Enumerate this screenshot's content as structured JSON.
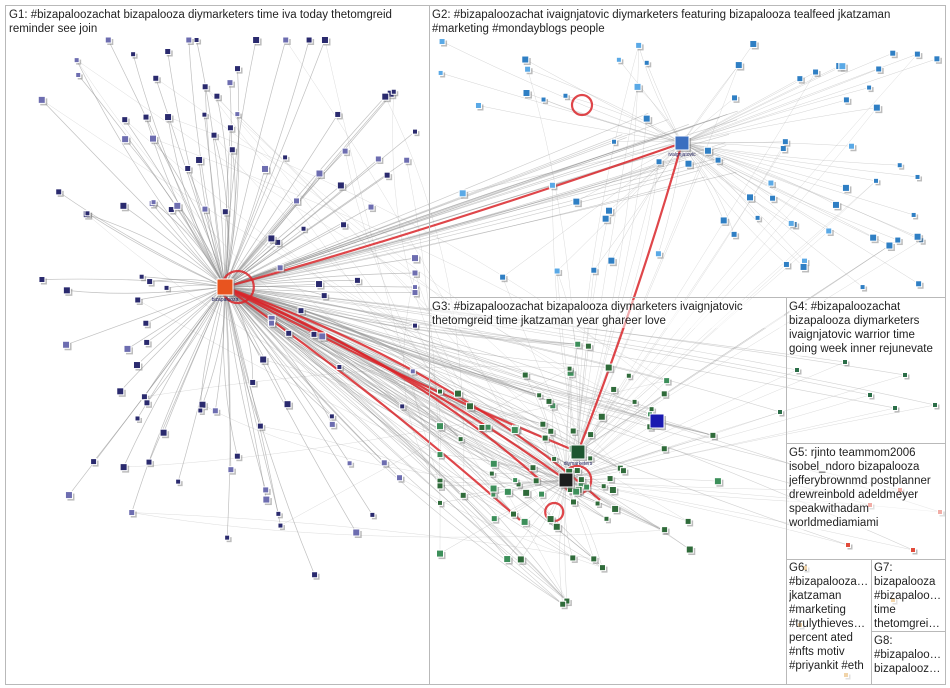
{
  "groups": [
    {
      "id": "G1",
      "text": "G1: #bizapaloozachat bizapalooza diymarketers time iva today thetomgreid\nreminder see join"
    },
    {
      "id": "G2",
      "text": "G2: #bizapaloozachat ivaignjatovic diymarketers featuring bizapalooza tealfeed jkatzaman\n#marketing #mondayblogs people"
    },
    {
      "id": "G3",
      "text": "G3: #bizapaloozachat bizapalooza diymarketers ivaignjatovic\nthetomgreid time jkatzaman year ghareer love"
    },
    {
      "id": "G4",
      "text": "G4: #bizapaloozachat\nbizapalooza diymarketers\nivaignjatovic warrior time\ngoing week inner rejunevate"
    },
    {
      "id": "G5",
      "text": "G5: rjinto teammom2006\nisobel_ndoro bizapalooza\njefferybrownmd postplanner\ndrewreinbold adeldmeyer\nspeakwithadam\nworldmediamiami"
    },
    {
      "id": "G6",
      "text": "G6:\n#bizapaloozac…\njkatzaman\n#marketing\n#trulythievesh…\npercent ated\n#nfts motiv\n#priyankit #eth"
    },
    {
      "id": "G7",
      "text": "G7:\nbizapalooza\n#bizapaloo…\ntime\nthetomgreid…"
    },
    {
      "id": "G8",
      "text": "G8:\n#bizapaloo…\nbizapalooz…"
    }
  ],
  "colors": {
    "panel_border": "#b9b9b9",
    "edge_gray": "#8c8c8c",
    "edge_red": "#d9262a",
    "g1_node": "#2a2a6e",
    "g2_node": "#2f7fc4",
    "g3_node": "#2f6b3a",
    "g5_node": "#e14b3b",
    "hub_g1": "#e8541f"
  },
  "hubs": [
    {
      "group": "G1",
      "label": "bizapalooza"
    },
    {
      "group": "G2",
      "label": "ivaignjatovic"
    },
    {
      "group": "G3",
      "label": "diymarketers"
    }
  ]
}
